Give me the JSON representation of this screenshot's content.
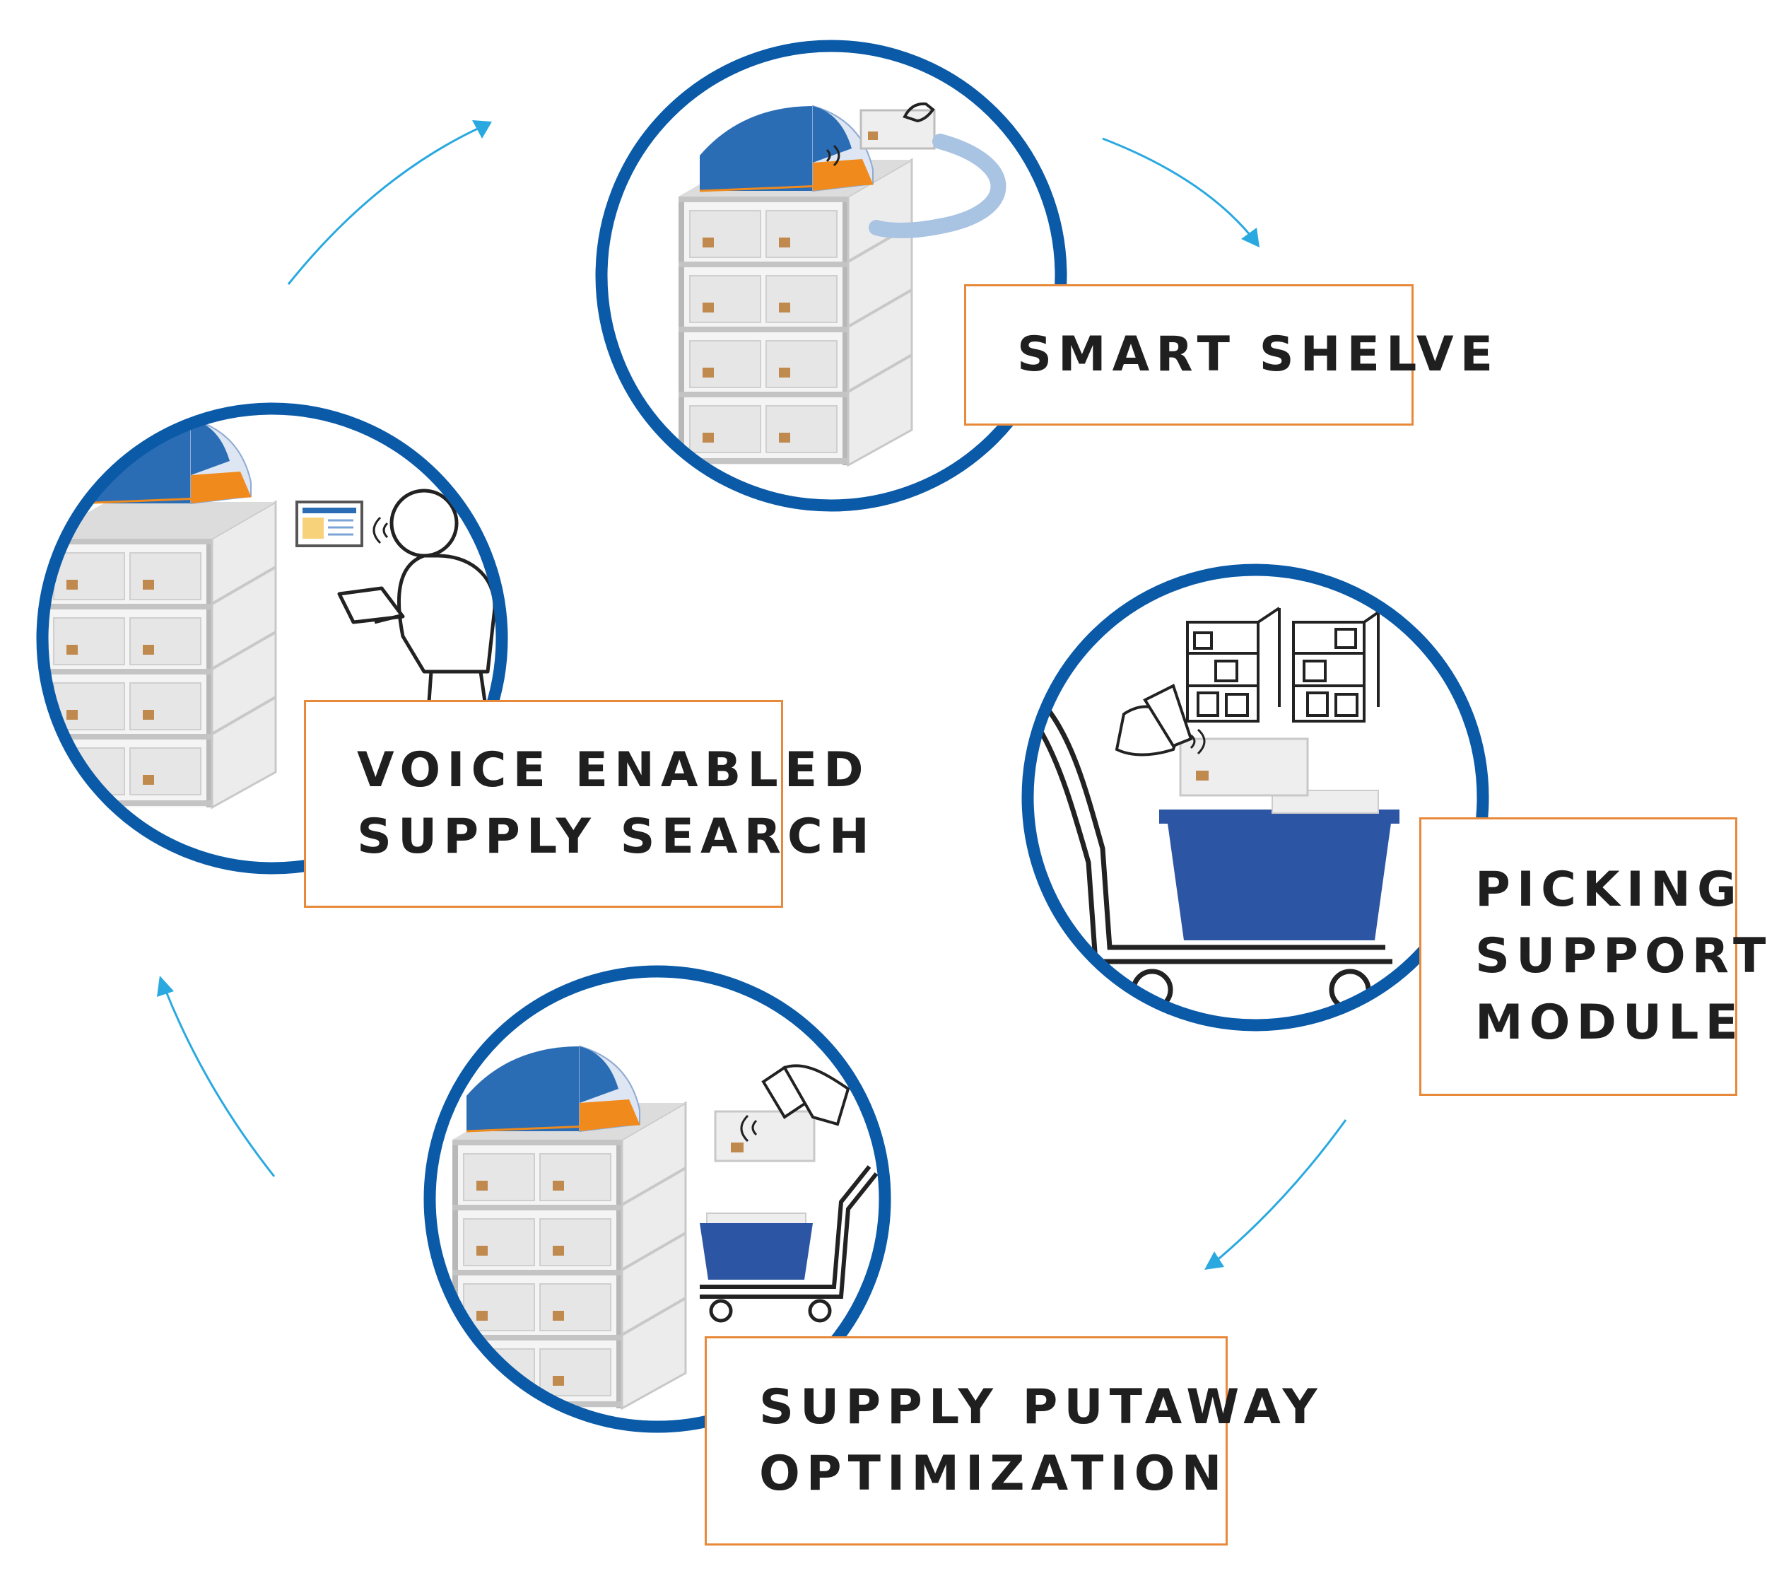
{
  "colors": {
    "ring": "#0a5aa8",
    "ring_hi": "#2b6db5",
    "arrow": "#29a9e0",
    "label_border": "#e8893a",
    "accent_orange": "#f08a1c",
    "bin_blue": "#2c55a3",
    "shelf_gray": "#d9d9d9",
    "box_tan": "#c08a4f",
    "text": "#1f1f1f"
  },
  "steps": [
    {
      "id": "smart-shelve",
      "icon": "smart-shelf-icon",
      "lines": [
        "SMART SHELVE"
      ]
    },
    {
      "id": "picking-support-module",
      "icon": "picking-cart-icon",
      "lines": [
        "PICKING",
        "SUPPORT",
        "MODULE"
      ]
    },
    {
      "id": "supply-putaway-optimization",
      "icon": "putaway-shelf-icon",
      "lines": [
        "SUPPLY PUTAWAY",
        "OPTIMIZATION"
      ]
    },
    {
      "id": "voice-enabled-supply-search",
      "icon": "voice-search-icon",
      "lines": [
        "VOICE ENABLED",
        "SUPPLY SEARCH"
      ]
    }
  ],
  "flow_arrows": [
    {
      "from": "voice-enabled-supply-search",
      "to": "smart-shelve"
    },
    {
      "from": "smart-shelve",
      "to": "picking-support-module"
    },
    {
      "from": "picking-support-module",
      "to": "supply-putaway-optimization"
    },
    {
      "from": "supply-putaway-optimization",
      "to": "voice-enabled-supply-search"
    }
  ]
}
